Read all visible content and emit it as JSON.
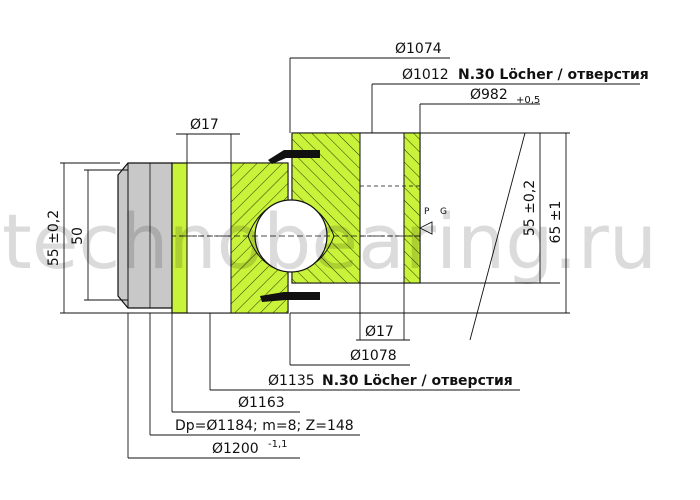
{
  "colors": {
    "ring_fill": "#c9f23a",
    "hatch": "#2b3a00",
    "outer_gear": "#c8c8c8",
    "line": "#111111"
  },
  "watermark": "technobearing.ru",
  "dimensions": {
    "top_d1074": "Ø1074",
    "top_d1012": "Ø1012",
    "top_d1012_note": "N.30 Löcher / отверстия",
    "top_d982": "Ø982",
    "top_d982_tol": "+0,5",
    "d17_left": "Ø17",
    "d17_bottom": "Ø17",
    "d1078": "Ø1078",
    "d1135": "Ø1135",
    "d1135_note": "N.30 Löcher / отверстия",
    "d1163": "Ø1163",
    "gear_spec": "Dp=Ø1184; m=8; Z=148",
    "d1200": "Ø1200",
    "d1200_tol": "-1,1",
    "left_h55": "55 ±0,2",
    "left_h50": "50",
    "right_h55": "55 ±0,2",
    "right_h65": "65 ±1"
  },
  "markers": {
    "p": "P",
    "g": "G"
  }
}
